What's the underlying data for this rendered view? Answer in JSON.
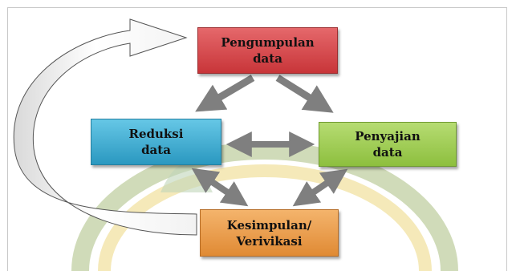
{
  "nodes": {
    "pengumpulan": [
      "Pengumpulan",
      "data"
    ],
    "reduksi": [
      "Reduksi",
      "data"
    ],
    "penyajian": [
      "Penyajian",
      "data"
    ],
    "kesimpulan": [
      "Kesimpulan/",
      "Verivikasi"
    ]
  },
  "colors": {
    "pengumpulan": "#d5484b",
    "reduksi": "#3fb0d6",
    "penyajian": "#9ccc50",
    "kesimpulan": "#ea9c4c",
    "connector_arrow": "#7f7f7f",
    "loop_arrow_outline": "#555555"
  },
  "arrows": [
    {
      "from": "pengumpulan",
      "to": "reduksi",
      "direction": "one-way"
    },
    {
      "from": "pengumpulan",
      "to": "penyajian",
      "direction": "one-way"
    },
    {
      "from": "reduksi",
      "to": "penyajian",
      "direction": "two-way"
    },
    {
      "from": "reduksi",
      "to": "kesimpulan",
      "direction": "two-way"
    },
    {
      "from": "penyajian",
      "to": "kesimpulan",
      "direction": "two-way"
    },
    {
      "from": "kesimpulan",
      "to": "pengumpulan",
      "direction": "loop-back"
    }
  ]
}
